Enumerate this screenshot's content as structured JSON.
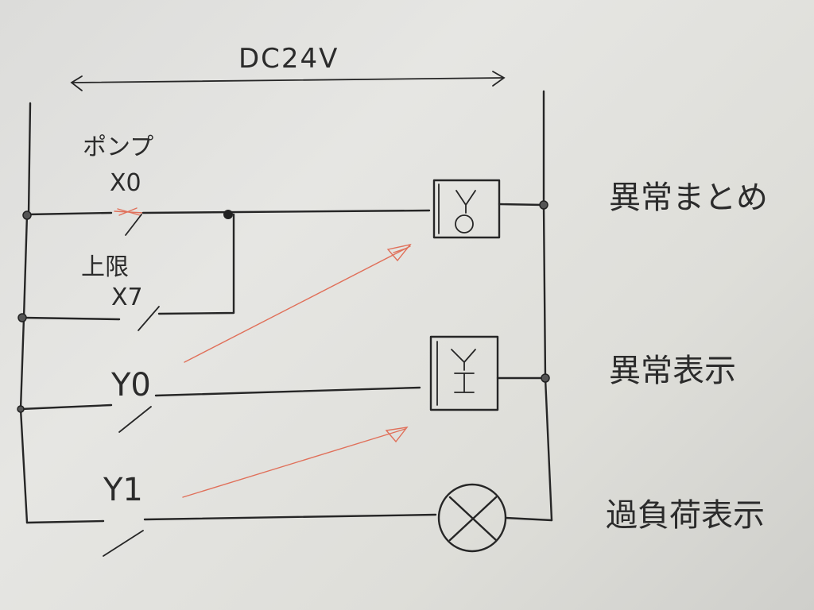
{
  "header": {
    "supply_label": "DC24V"
  },
  "inputs": {
    "pump": {
      "name": "ポンプ",
      "address": "X0"
    },
    "upper_limit": {
      "name": "上限",
      "address": "X7"
    }
  },
  "outputs": {
    "y0": {
      "address": "Y0"
    },
    "y1": {
      "address": "Y1"
    }
  },
  "loads": {
    "relay_top": {
      "symbol": "Y0",
      "label": "異常まとめ"
    },
    "relay_mid": {
      "symbol": "Y1",
      "label": "異常表示"
    },
    "lamp": {
      "label": "過負荷表示"
    }
  },
  "colors": {
    "ink": "#262626",
    "red_pencil": "#e0705a",
    "paper": "#e2e2df"
  }
}
